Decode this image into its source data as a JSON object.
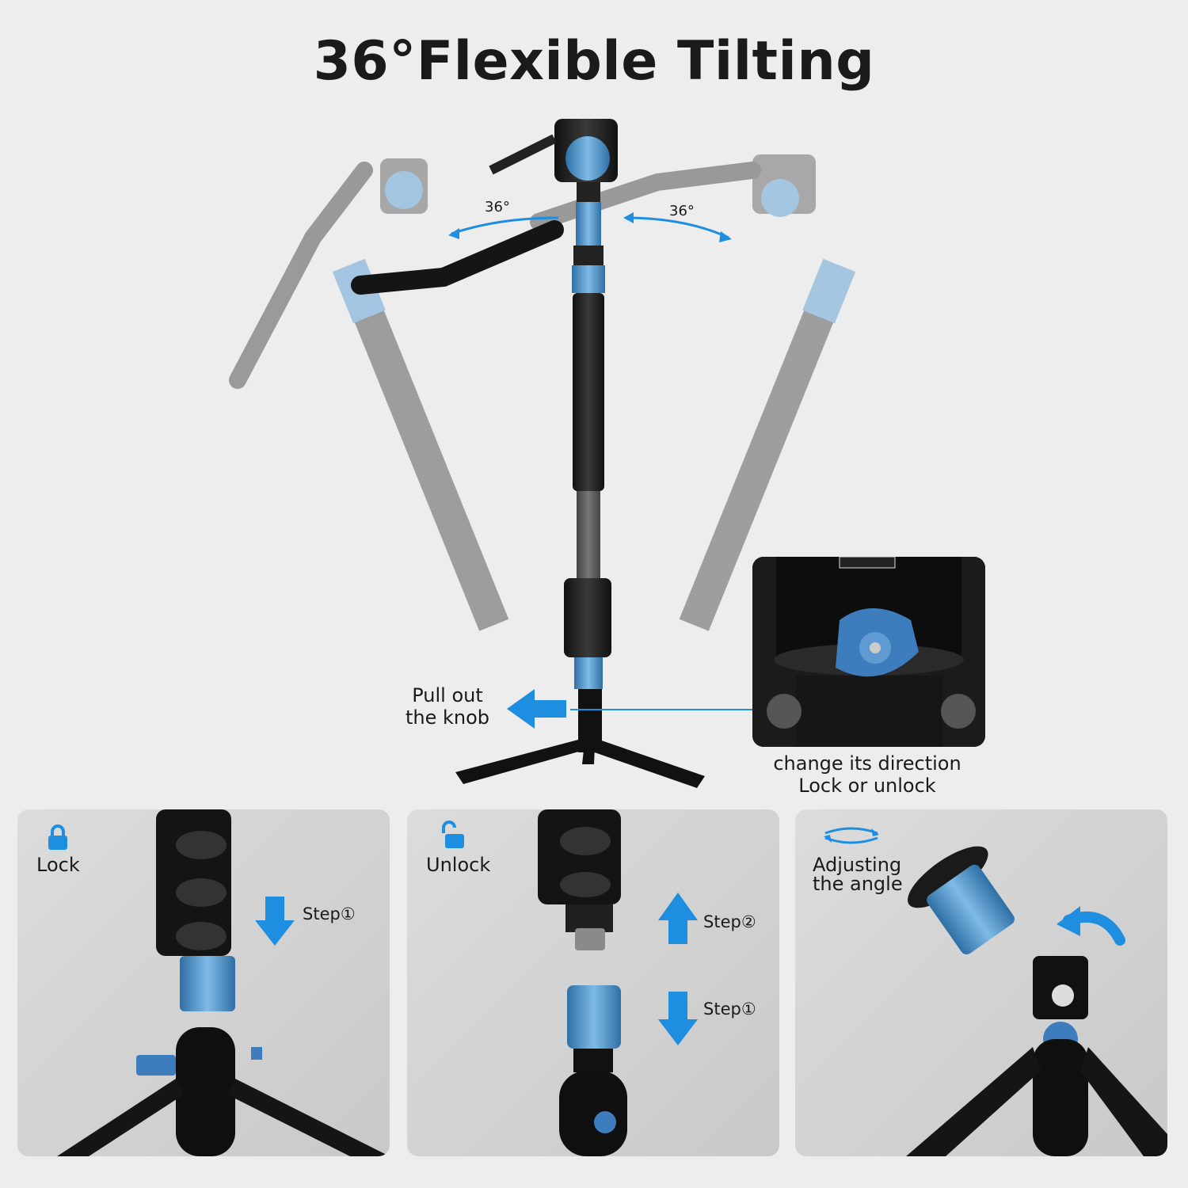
{
  "hero": {
    "title": "36°Flexible Tilting",
    "angle_left": "36°",
    "angle_right": "36°",
    "pull_caption_line1": "Pull out",
    "pull_caption_line2": "the knob",
    "inset_caption_line1": "change its direction",
    "inset_caption_line2": "Lock or unlock"
  },
  "panels": [
    {
      "label": "Lock",
      "icon": "padlock-closed-icon",
      "steps": [
        "Step①"
      ]
    },
    {
      "label": "Unlock",
      "icon": "padlock-open-icon",
      "steps": [
        "Step②",
        "Step①"
      ]
    },
    {
      "label_line1": "Adjusting",
      "label_line2": "the angle",
      "icon": "rotate-arrows-icon"
    }
  ],
  "colors": {
    "accent_blue": "#1e8fe0",
    "metal_blue": "#4a90c8",
    "background": "#ededed"
  }
}
